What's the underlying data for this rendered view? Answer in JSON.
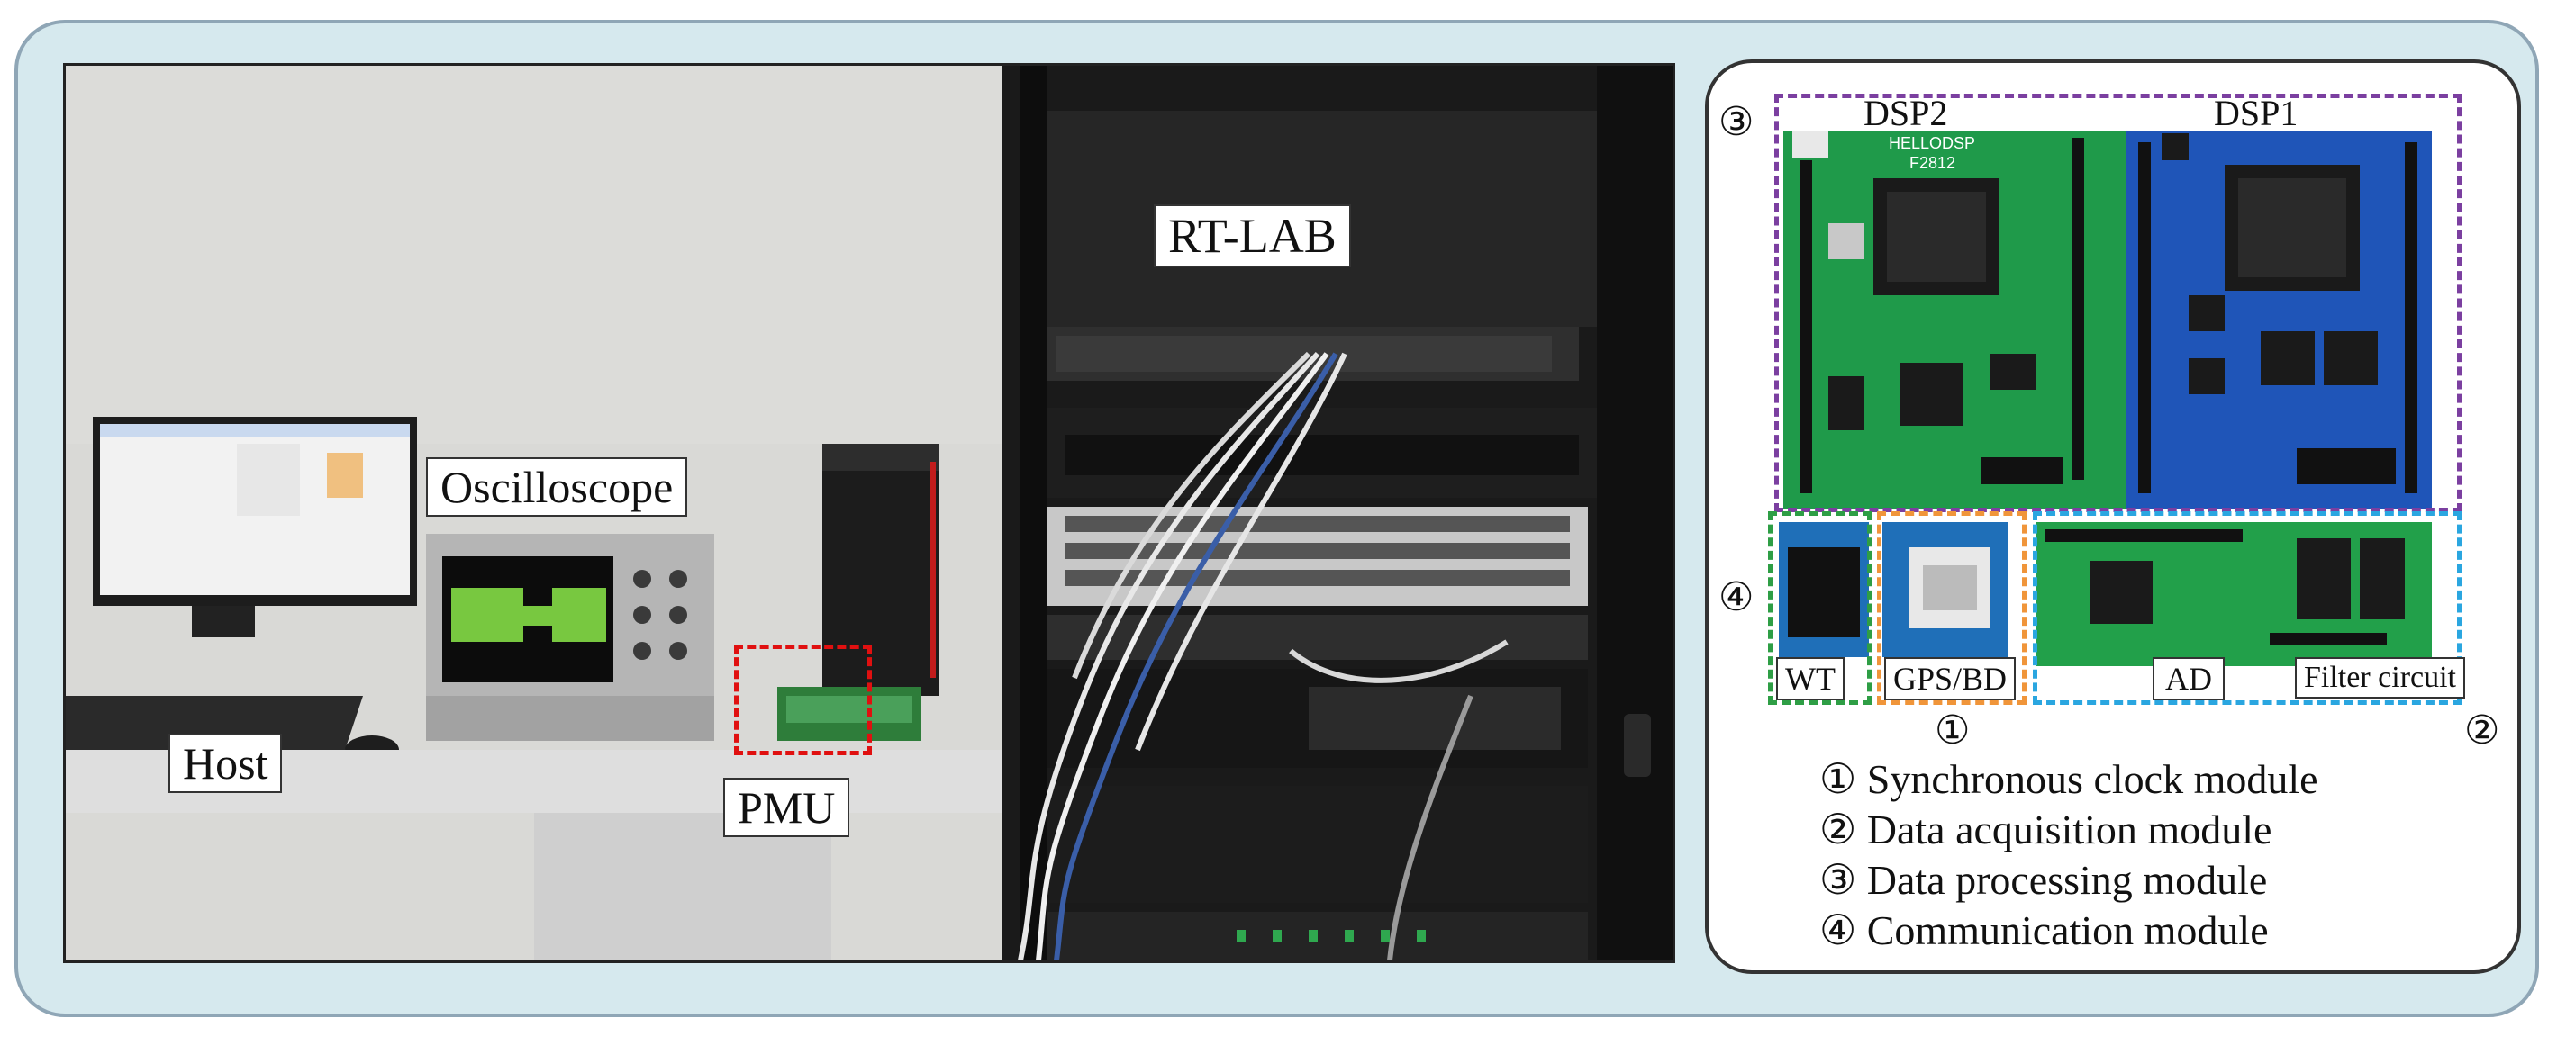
{
  "photo_labels": {
    "rtlab": "RT-LAB",
    "oscilloscope": "Oscilloscope",
    "host": "Host",
    "pmu": "PMU"
  },
  "board_labels": {
    "dsp2": "DSP2",
    "dsp1": "DSP1",
    "hellodsp_line1": "HELLODSP",
    "hellodsp_line2": "F2812",
    "wt": "WT",
    "gps_bd": "GPS/BD",
    "ad": "AD",
    "filter": "Filter circuit",
    "marker_1": "①",
    "marker_2": "②",
    "marker_3": "③",
    "marker_4": "④"
  },
  "legend": [
    "① Synchronous clock module",
    "② Data acquisition module",
    "③ Data processing module",
    "④ Communication module"
  ],
  "colors": {
    "frame_bg": "#d6e9ee",
    "processing_box": "#7b3fa0",
    "comm_box": "#2e9e45",
    "clock_box": "#f0953a",
    "acq_box": "#2aa6e0",
    "pmu_box": "#e01010",
    "board_green": "#1f9a4a",
    "board_blue": "#1f55b8"
  }
}
